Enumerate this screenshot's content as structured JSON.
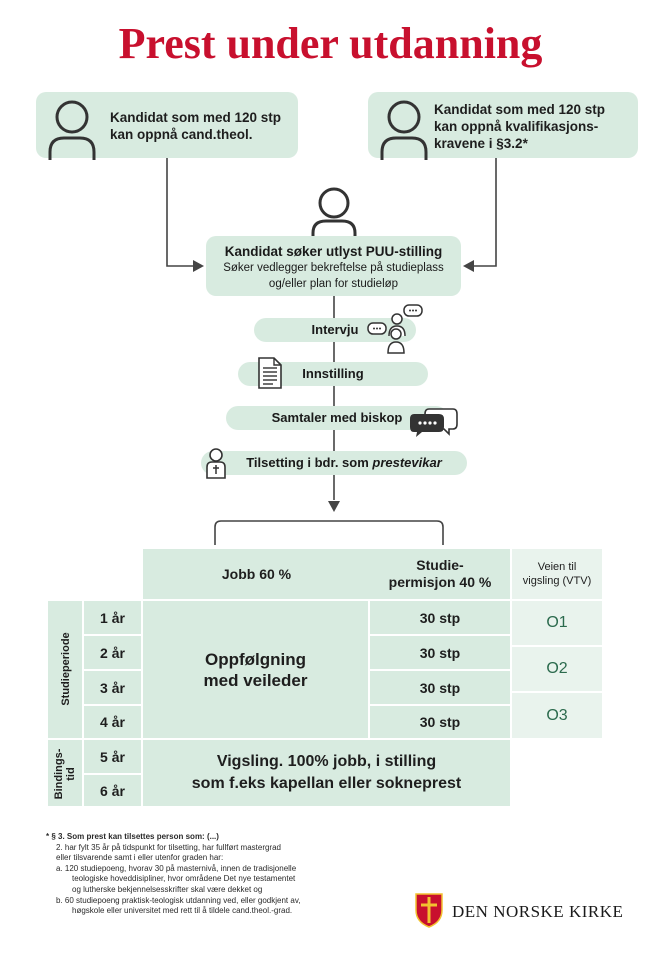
{
  "title": "Prest under utdanning",
  "candidates": {
    "left": "Kandidat som med 120 stp kan oppnå cand.theol.",
    "left_l1": "Kandidat som med 120 stp",
    "left_l2": "kan oppnå cand.theol.",
    "right_l1": "Kandidat som med 120 stp",
    "right_l2": "kan oppnå kvalifikasjons-",
    "right_l3": "kravene i §3.2*"
  },
  "application": {
    "heading": "Kandidat søker utlyst PUU-stilling",
    "sub_l1": "Søker vedlegger bekreftelse på studieplass",
    "sub_l2": "og/eller plan for studieløp"
  },
  "steps": {
    "interview": "Intervju",
    "recommendation": "Innstilling",
    "bishop": "Samtaler med biskop",
    "hiring_prefix": "Tilsetting i bdr. som ",
    "hiring_role": "prestevikar"
  },
  "table": {
    "job_header": "Jobb 60 %",
    "study_header_l1": "Studie-",
    "study_header_l2": "permisjon 40 %",
    "vtv_header_l1": "Veien til",
    "vtv_header_l2": "vigsling (VTV)",
    "study_period_label": "Studieperiode",
    "binding_label_l1": "Bindings-",
    "binding_label_l2": "tid",
    "years": [
      "1 år",
      "2 år",
      "3 år",
      "4 år",
      "5 år",
      "6 år"
    ],
    "credits": [
      "30 stp",
      "30 stp",
      "30 stp",
      "30 stp"
    ],
    "vtv": [
      "O1",
      "O2",
      "O3"
    ],
    "followup_l1": "Oppfølgning",
    "followup_l2": "med veileder",
    "ordination_l1": "Vigsling. 100% jobb, i stilling",
    "ordination_l2": "som f.eks kapellan eller sokneprest"
  },
  "footnote": {
    "l1": "*  § 3. Som prest kan tilsettes person som: (...)",
    "l2": "2. har fylt 35 år på tidspunkt for tilsetting, har fullført mastergrad",
    "l3": "eller tilsvarende samt i eller utenfor graden har:",
    "l4": "a.  120 studiepoeng, hvorav 30 på masternivå, innen de tradisjonelle",
    "l5": "teologiske hoveddisipliner, hvor områdene Det nye testamentet",
    "l6": "og lutherske bekjennelsesskrifter skal være dekket og",
    "l7": "b.  60 studiepoeng praktisk-teologisk utdanning ved, eller godkjent av,",
    "l8": "høgskole eller universitet med rett til å tildele cand.theol.-grad."
  },
  "logo": {
    "text": "DEN NORSKE KIRKE"
  },
  "colors": {
    "accent": "#c8102e",
    "box": "#d8ebe0",
    "box_light": "#e9f3ed",
    "line": "#444444"
  }
}
